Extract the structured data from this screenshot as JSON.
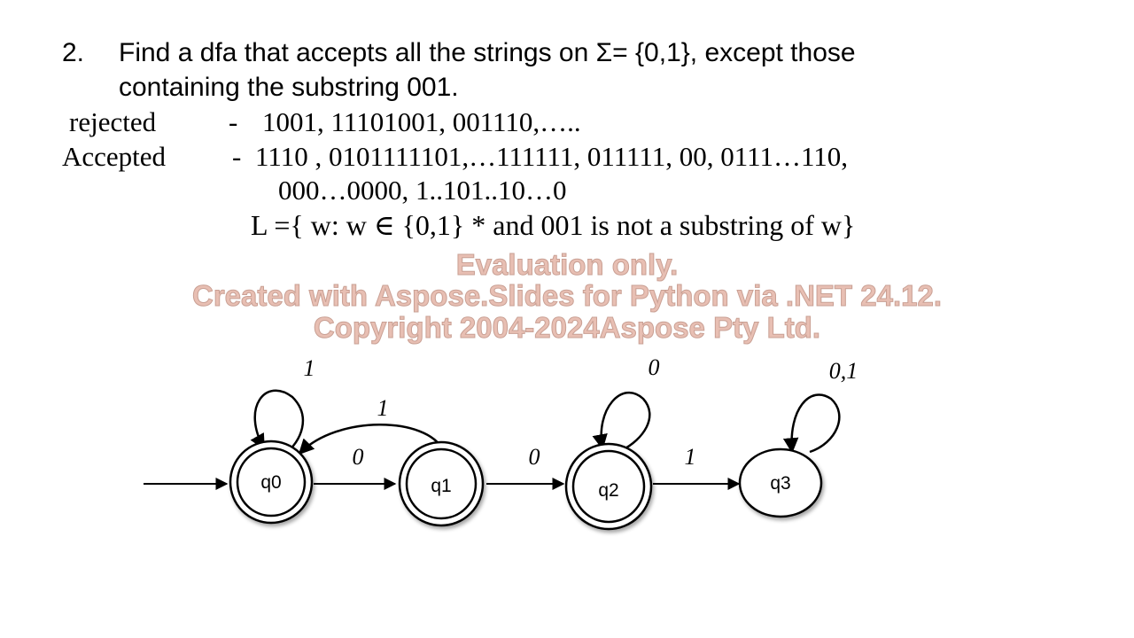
{
  "problem": {
    "number": "2.",
    "line1": "Find a dfa that accepts all the strings on Σ= {0,1}, except those",
    "line2": "containing the   substring 001."
  },
  "rejected": {
    "label": "rejected",
    "dash": "-",
    "values": "1001, 11101001, 001110,….."
  },
  "accepted": {
    "label": "Accepted",
    "dash": "-",
    "values_line1": "1110 , 0101111101,…111111,  011111, 00, 0111…110,",
    "values_line2": "000…0000,  1..101..10…0"
  },
  "language": "L ={ w: w  ∈  {0,1} * and 001 is not a substring of w}",
  "watermark": {
    "line1": "Evaluation only.",
    "line2": "Created with Aspose.Slides for Python via .NET 24.12.",
    "line3": "Copyright 2004-2024Aspose Pty Ltd."
  },
  "dfa": {
    "states": [
      {
        "id": "q0",
        "label": "q0",
        "accepting": true,
        "start": true
      },
      {
        "id": "q1",
        "label": "q1",
        "accepting": true,
        "start": false
      },
      {
        "id": "q2",
        "label": "q2",
        "accepting": true,
        "start": false
      },
      {
        "id": "q3",
        "label": "q3",
        "accepting": false,
        "start": false
      }
    ],
    "transitions": [
      {
        "from": "q0",
        "to": "q0",
        "label": "1"
      },
      {
        "from": "q0",
        "to": "q1",
        "label": "0"
      },
      {
        "from": "q1",
        "to": "q0",
        "label": "1"
      },
      {
        "from": "q1",
        "to": "q2",
        "label": "0"
      },
      {
        "from": "q2",
        "to": "q2",
        "label": "0"
      },
      {
        "from": "q2",
        "to": "q3",
        "label": "1"
      },
      {
        "from": "q3",
        "to": "q3",
        "label": "0,1"
      }
    ]
  }
}
